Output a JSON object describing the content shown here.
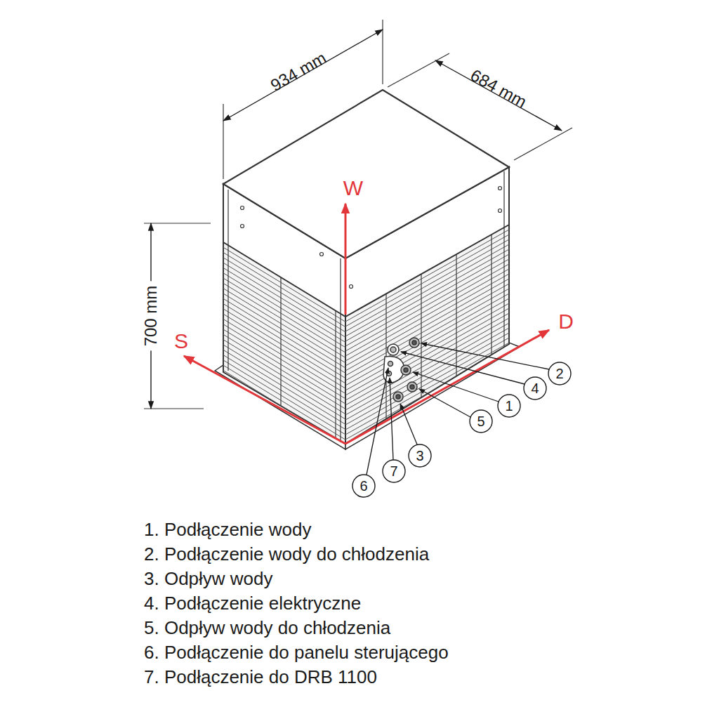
{
  "diagram": {
    "labels": [
      "934 mm",
      "684 mm",
      "700 mm",
      "W",
      "S",
      "D",
      "2",
      "4",
      "1",
      "5",
      "3",
      "7",
      "6",
      "1. Podłączenie wody",
      "2. Podłączenie wody do chłodzenia",
      "3. Odpływ wody",
      "4. Podłączenie elektryczne",
      "5. Odpływ wody do chłodzenia",
      "6. Podłączenie do panelu sterującego",
      "7. Podłączenie do DRB 1100"
    ]
  }
}
